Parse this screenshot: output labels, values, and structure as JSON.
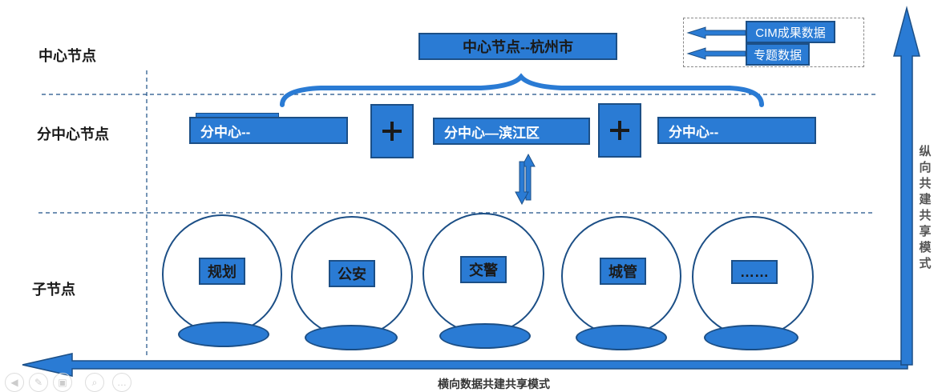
{
  "rows": {
    "center": "中心节点",
    "sub_center": "分中心节点",
    "child": "子节点"
  },
  "center_node": "中心节点--杭州市",
  "legend": {
    "item1": "CIM成果数据",
    "item2": "专题数据"
  },
  "sub_centers": {
    "left": "分中心--",
    "middle": "分中心—滨江区",
    "right": "分中心--"
  },
  "children": [
    "规划",
    "公安",
    "交警",
    "城管",
    "……"
  ],
  "axes": {
    "vertical": "纵向共建共享模式",
    "horizontal": "横向数据共建共享模式"
  },
  "icons": [
    "prev-icon",
    "pen-icon",
    "save-icon",
    "zoom-icon",
    "more-icon"
  ],
  "colors": {
    "fill": "#2a7bd4",
    "stroke": "#1c4f86"
  }
}
